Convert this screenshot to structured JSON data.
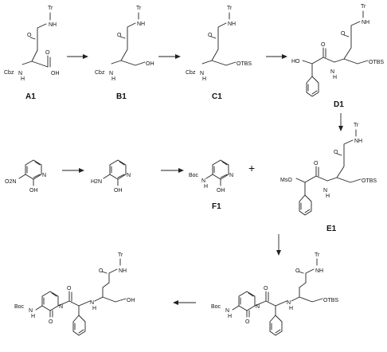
{
  "compounds": {
    "a1": {
      "label": "A1",
      "tr": "Tr",
      "nh": "NH",
      "o": "O",
      "cbz": "Cbz",
      "n": "N",
      "h": "H",
      "oh": "OH"
    },
    "b1": {
      "label": "B1",
      "tr": "Tr",
      "nh": "NH",
      "o": "O",
      "cbz": "Cbz",
      "n": "N",
      "h": "H",
      "oh": "OH"
    },
    "c1": {
      "label": "C1",
      "tr": "Tr",
      "nh": "NH",
      "o": "O",
      "cbz": "Cbz",
      "n": "N",
      "h": "H",
      "otbs": "OTBS"
    },
    "d1": {
      "label": "D1",
      "tr": "Tr",
      "nh": "NH",
      "o": "O",
      "ho": "HO",
      "o2": "O",
      "n": "N",
      "h": "H",
      "otbs": "OTBS"
    },
    "nitro": {
      "o2n": "O2N",
      "n": "N",
      "oh": "OH"
    },
    "amino": {
      "h2n": "H2N",
      "n": "N",
      "oh": "OH"
    },
    "f1": {
      "label": "F1",
      "boc": "Boc",
      "n": "N",
      "h": "H",
      "ring_n": "N",
      "oh": "OH"
    },
    "e1": {
      "label": "E1",
      "tr": "Tr",
      "nh": "NH",
      "o": "O",
      "mso": "MsO",
      "o2": "O",
      "n": "N",
      "h": "H",
      "otbs": "OTBS"
    },
    "coupled": {
      "tr": "Tr",
      "nh": "NH",
      "o": "O",
      "boc": "Boc",
      "n": "N",
      "h": "H",
      "ring_n": "N",
      "o2": "O",
      "o3": "O",
      "n2": "N",
      "h2": "H",
      "otbs": "OTBS"
    },
    "final": {
      "tr": "Tr",
      "nh": "NH",
      "o": "O",
      "boc": "Boc",
      "n": "N",
      "h": "H",
      "ring_n": "N",
      "o2": "O",
      "o3": "O",
      "n2": "N",
      "h2": "H",
      "oh": "OH"
    }
  },
  "plus_sign": "+"
}
